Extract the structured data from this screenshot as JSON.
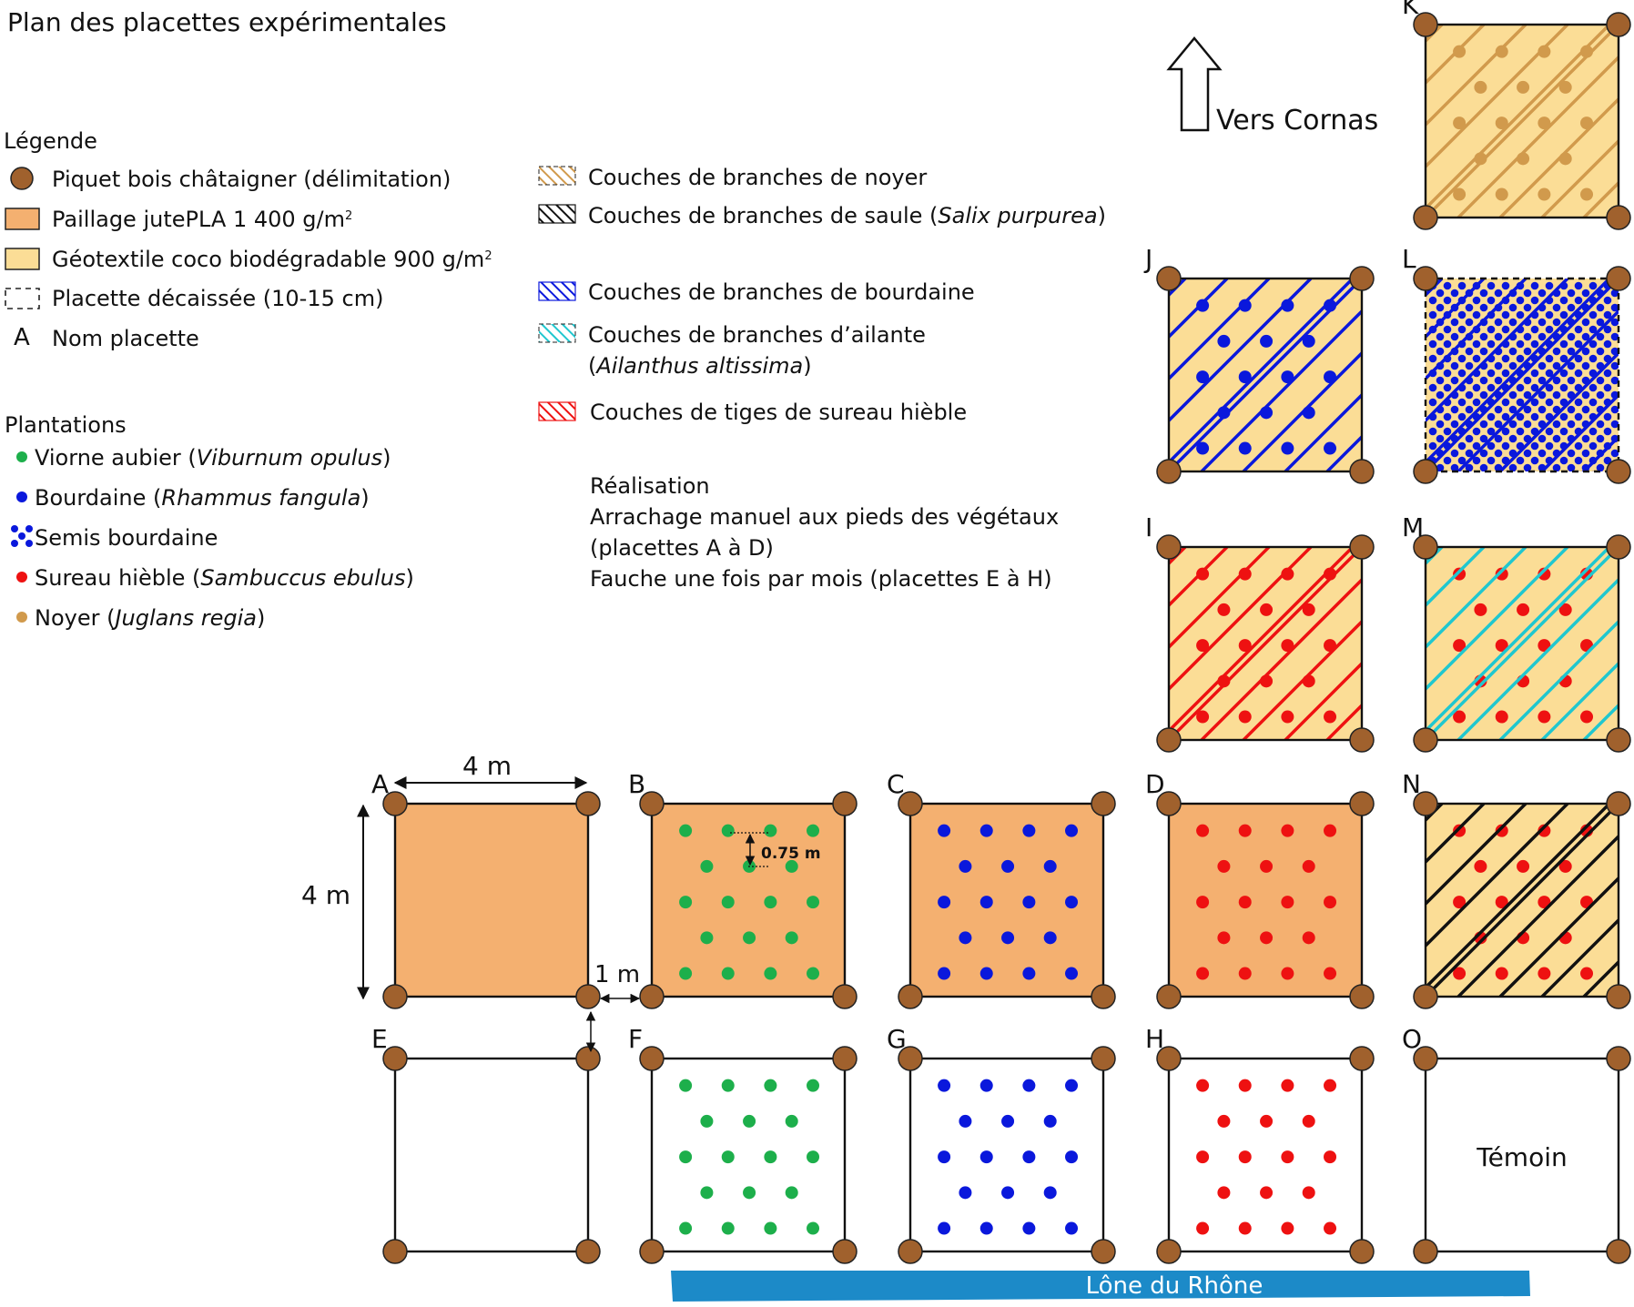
{
  "title": "Plan des placettes expérimentales",
  "legend": {
    "heading": "Légende",
    "items": [
      {
        "text": "Piquet bois châtaigner (délimitation)"
      },
      {
        "text": "Paillage jutePLA 1 400 g/m",
        "sup": "2"
      },
      {
        "text": "Géotextile coco biodégradable 900 g/m",
        "sup": "2"
      },
      {
        "text": "Placette décaissée (10-15 cm)"
      },
      {
        "text": "Nom placette",
        "symbol": "A"
      }
    ]
  },
  "plantations": {
    "heading": "Plantations",
    "items": [
      {
        "pre": "Viorne aubier (",
        "latin": "Viburnum opulus",
        "post": ")"
      },
      {
        "pre": "Bourdaine (",
        "latin": "Rhammus fangula",
        "post": ")"
      },
      {
        "pre": "Semis bourdaine",
        "latin": "",
        "post": ""
      },
      {
        "pre": "Sureau hièble (",
        "latin": "Sambuccus ebulus",
        "post": ")"
      },
      {
        "pre": "Noyer (",
        "latin": "Juglans regia",
        "post": ")"
      }
    ]
  },
  "branches": {
    "items": [
      {
        "pre": "Couches de branches de noyer",
        "latin": "",
        "post": ""
      },
      {
        "pre": "Couches de branches de saule (",
        "latin": "Salix purpurea",
        "post": ")"
      },
      {
        "pre": "Couches de branches de bourdaine",
        "latin": "",
        "post": ""
      },
      {
        "pre": "Couches de branches d’ailante",
        "latin": "",
        "post": ""
      },
      {
        "pre": "(",
        "latin": "Ailanthus altissima",
        "post": ")"
      },
      {
        "pre": "Couches de tiges de sureau hièble",
        "latin": "",
        "post": ""
      }
    ]
  },
  "realisation": {
    "heading": "Réalisation",
    "lines": [
      "Arrachage manuel aux pieds des végétaux",
      "(placettes A à D)",
      "Fauche une fois par mois (placettes E à H)"
    ]
  },
  "north_label": "Vers Cornas",
  "river_label": "Lône du Rhône",
  "dimensions": {
    "width": "4 m",
    "height": "4 m",
    "gap": "1 m",
    "spacing": "0.75 m"
  },
  "plots": [
    {
      "id": "A",
      "fill": "jute",
      "dots": "none",
      "lines": "none"
    },
    {
      "id": "B",
      "fill": "jute",
      "dots": "green",
      "lines": "none"
    },
    {
      "id": "C",
      "fill": "jute",
      "dots": "blue",
      "lines": "none"
    },
    {
      "id": "D",
      "fill": "jute",
      "dots": "red",
      "lines": "none"
    },
    {
      "id": "E",
      "fill": "none",
      "dots": "none",
      "lines": "none"
    },
    {
      "id": "F",
      "fill": "none",
      "dots": "green",
      "lines": "none"
    },
    {
      "id": "G",
      "fill": "none",
      "dots": "blue",
      "lines": "none"
    },
    {
      "id": "H",
      "fill": "none",
      "dots": "red",
      "lines": "none"
    },
    {
      "id": "I",
      "fill": "coco",
      "dots": "red",
      "lines": "red"
    },
    {
      "id": "J",
      "fill": "coco",
      "dots": "blue",
      "lines": "blue"
    },
    {
      "id": "K",
      "fill": "coco",
      "dots": "tan",
      "lines": "tan"
    },
    {
      "id": "L",
      "fill": "coco-dashed",
      "dots": "seed",
      "lines": "blue"
    },
    {
      "id": "M",
      "fill": "coco",
      "dots": "red",
      "lines": "cyan"
    },
    {
      "id": "N",
      "fill": "coco",
      "dots": "red",
      "lines": "black"
    },
    {
      "id": "O",
      "fill": "none",
      "dots": "none",
      "lines": "none",
      "label": "Témoin"
    }
  ],
  "colors": {
    "post": "#A0612D",
    "jute": "#F4B070",
    "coco": "#FBDD96",
    "green": "#1DAF4B",
    "blue": "#0A18DC",
    "red": "#EE1111",
    "tan": "#D19A4C",
    "cyan": "#20C7CF",
    "black": "#111111",
    "river": "#1C8AC8"
  }
}
